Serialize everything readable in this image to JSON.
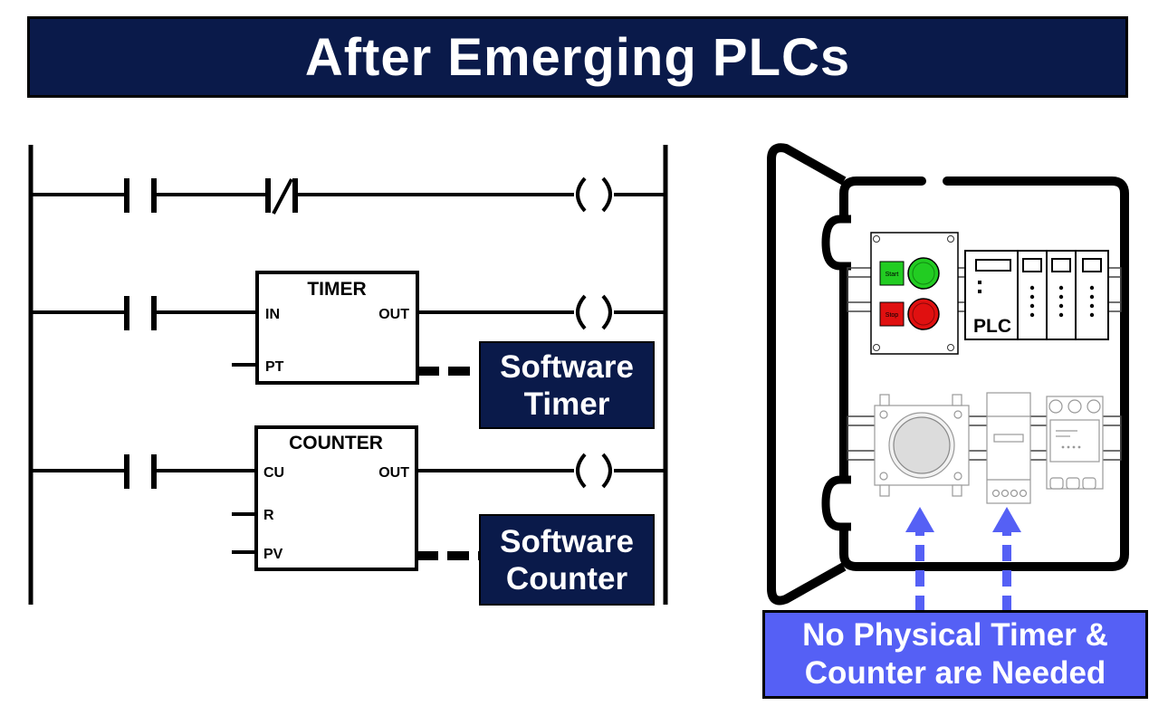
{
  "title": "After Emerging PLCs",
  "ladder": {
    "timer_block": {
      "name": "TIMER",
      "in": "IN",
      "pt": "PT",
      "out": "OUT"
    },
    "counter_block": {
      "name": "COUNTER",
      "cu": "CU",
      "r": "R",
      "pv": "PV",
      "out": "OUT"
    },
    "coil_symbol": "( )"
  },
  "callouts": {
    "software_timer": {
      "line1": "Software",
      "line2": "Timer"
    },
    "software_counter": {
      "line1": "Software",
      "line2": "Counter"
    }
  },
  "panel": {
    "start_label": "Start",
    "stop_label": "Stop",
    "plc_label": "PLC"
  },
  "note": {
    "line1": "No Physical Timer &",
    "line2": "Counter are Needed"
  },
  "colors": {
    "navy": "#0a1a4a",
    "note_blue": "#5560f5",
    "start_green": "#22cc22",
    "stop_red": "#e01010",
    "arrow_blue": "#5560f5"
  }
}
